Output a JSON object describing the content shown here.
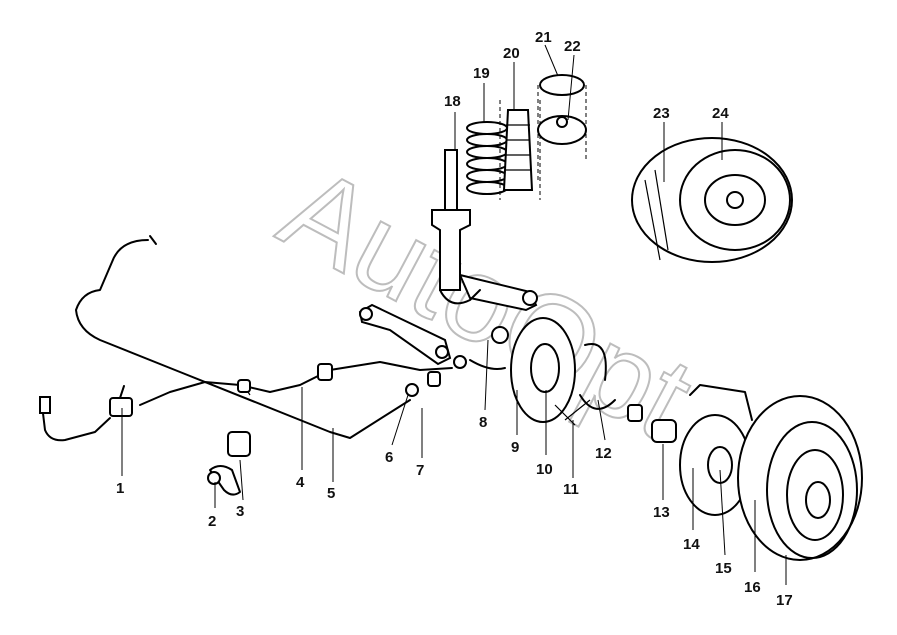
{
  "watermark": "AutoOpt",
  "callouts": [
    "1",
    "2",
    "3",
    "4",
    "5",
    "6",
    "7",
    "8",
    "9",
    "10",
    "11",
    "12",
    "13",
    "14",
    "15",
    "16",
    "17",
    "18",
    "19",
    "20",
    "21",
    "22",
    "23",
    "24"
  ]
}
